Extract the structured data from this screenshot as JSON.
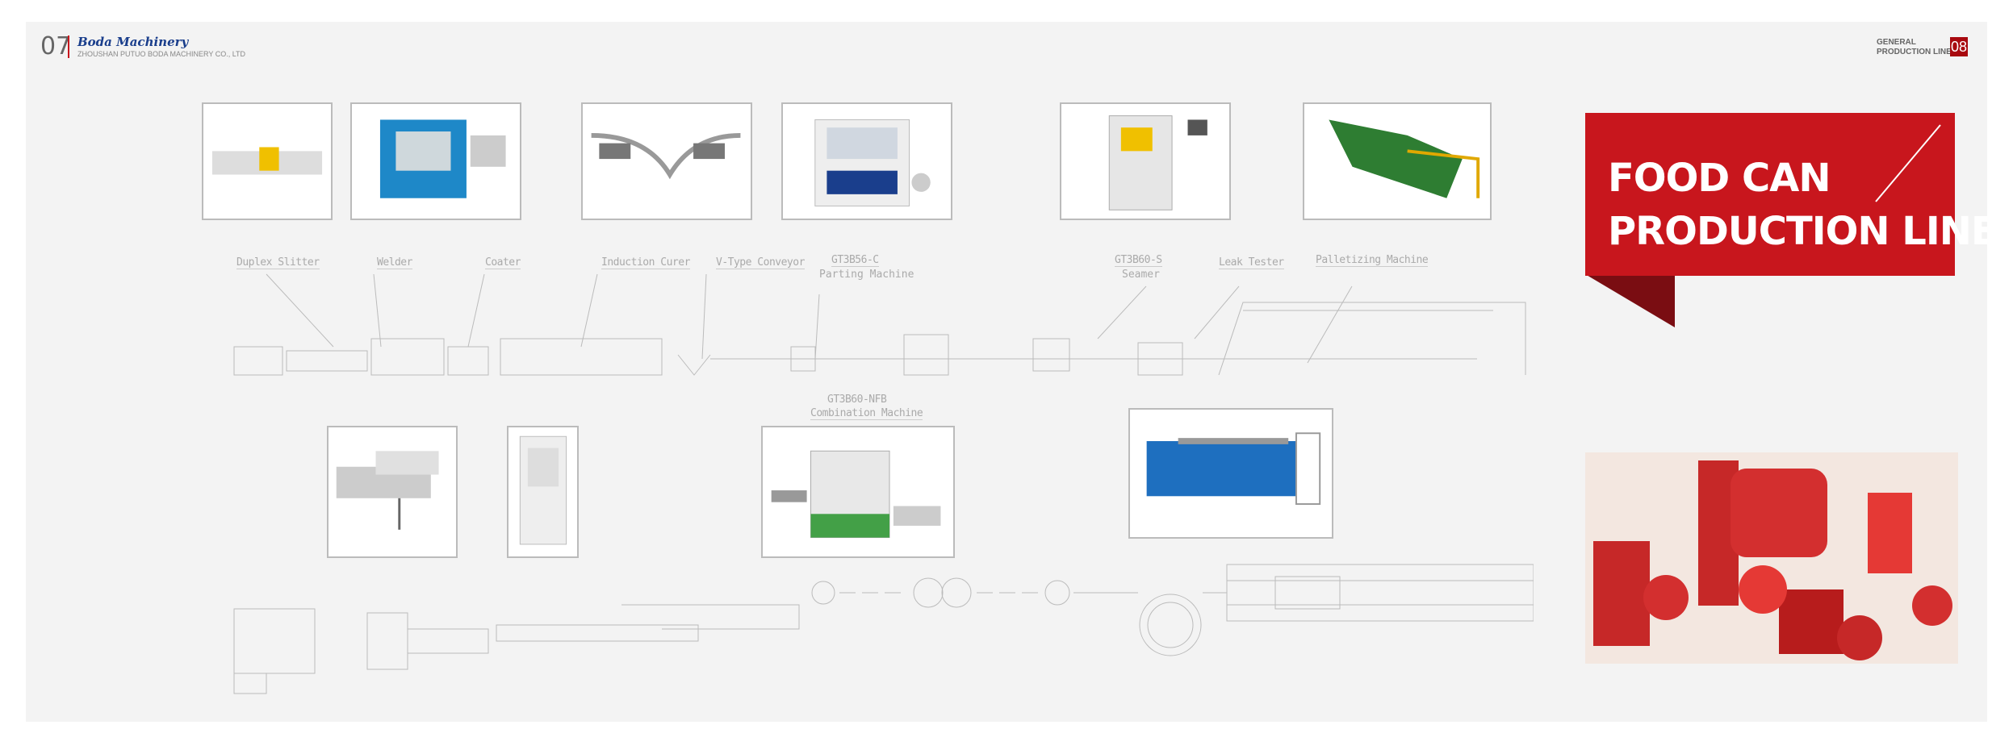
{
  "header": {
    "page_left": "07",
    "brand": "Boda Machinery",
    "company": "ZHOUSHAN PUTUO BODA MACHINERY CO., LTD",
    "section_line1": "GENERAL",
    "section_line2": "PRODUCTION LINE",
    "page_right": "08"
  },
  "banner": {
    "line1": "FOOD CAN",
    "line2": "PRODUCTION LINE"
  },
  "labels": {
    "duplex_slitter": "Duplex Slitter",
    "welder": "Welder",
    "coater": "Coater",
    "induction_curer": "Induction Curer",
    "vtype_conveyor": "V-Type Conveyor",
    "parting_model": "GT3B56-C",
    "parting_name": "Parting Machine",
    "seamer_model": "GT3B60-S",
    "seamer_name": "Seamer",
    "leak_tester": "Leak Tester",
    "palletizing": "Palletizing Machine",
    "combination_model": "GT3B60-NFB",
    "combination_name": "Combination Machine"
  },
  "colors": {
    "accent": "#c8161d",
    "panel": "#f3f3f3",
    "brand_blue": "#1a3e8c"
  }
}
